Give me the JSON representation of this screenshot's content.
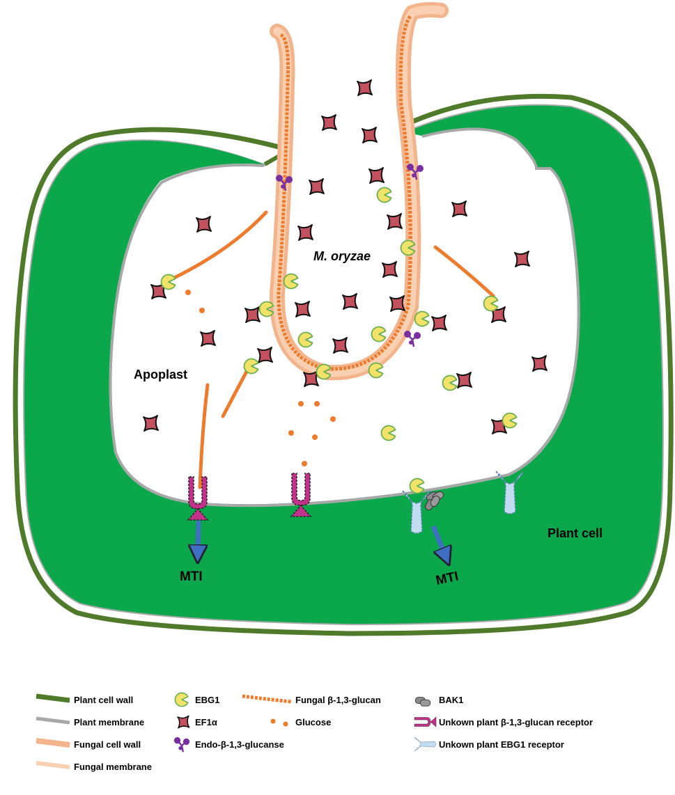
{
  "labels": {
    "organism": "M. oryzae",
    "apoplast": "Apoplast",
    "plant_cell": "Plant cell",
    "mti_left": "MTI",
    "mti_right": "MTI"
  },
  "legend": {
    "plant_cell_wall": "Plant cell wall",
    "plant_membrane": "Plant membrane",
    "fungal_cell_wall": "Fungal cell wall",
    "fungal_membrane": "Fungal membrane",
    "ebg1": "EBG1",
    "ef1a": "EF1α",
    "endo_glucanase": "Endo-β-1,3-glucanse",
    "fungal_glucan": "Fungal β-1,3-glucan",
    "glucose": "Glucose",
    "bak1": "BAK1",
    "glucan_receptor": "Unkown plant β-1,3-glucan receptor",
    "ebg1_receptor": "Unkown plant EBG1 receptor"
  },
  "colors": {
    "plant_cell_wall": "#4e7a2a",
    "plant_membrane": "#a8a8a8",
    "plant_cytoplasm": "#0aa84a",
    "fungal_cell_wall": "#f3b48c",
    "fungal_membrane": "#fad0b3",
    "glucan": "#ee7a2b",
    "ebg1": "#f2e26a",
    "ebg1_edge": "#6ab04c",
    "ef1a": "#c4515e",
    "glucanase": "#7a2fa0",
    "glucan_receptor": "#c2328a",
    "ebg1_receptor": "#c2dcf2",
    "bak1": "#8a8a8a",
    "arrow": "#3f6fc2"
  }
}
